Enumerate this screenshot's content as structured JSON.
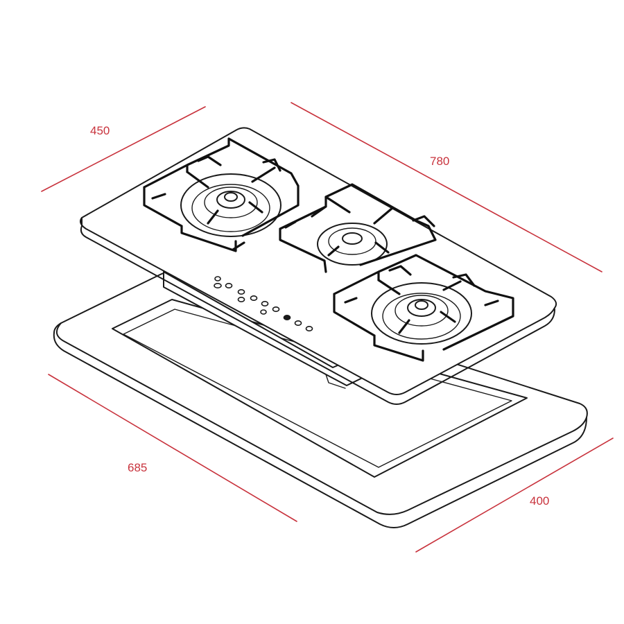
{
  "colors": {
    "dimension": "#c8323c",
    "outline": "#1a1a1a",
    "background": "#ffffff"
  },
  "dimensions": {
    "hob_depth": "450",
    "hob_width": "780",
    "cutout_width": "685",
    "cutout_depth": "400"
  }
}
